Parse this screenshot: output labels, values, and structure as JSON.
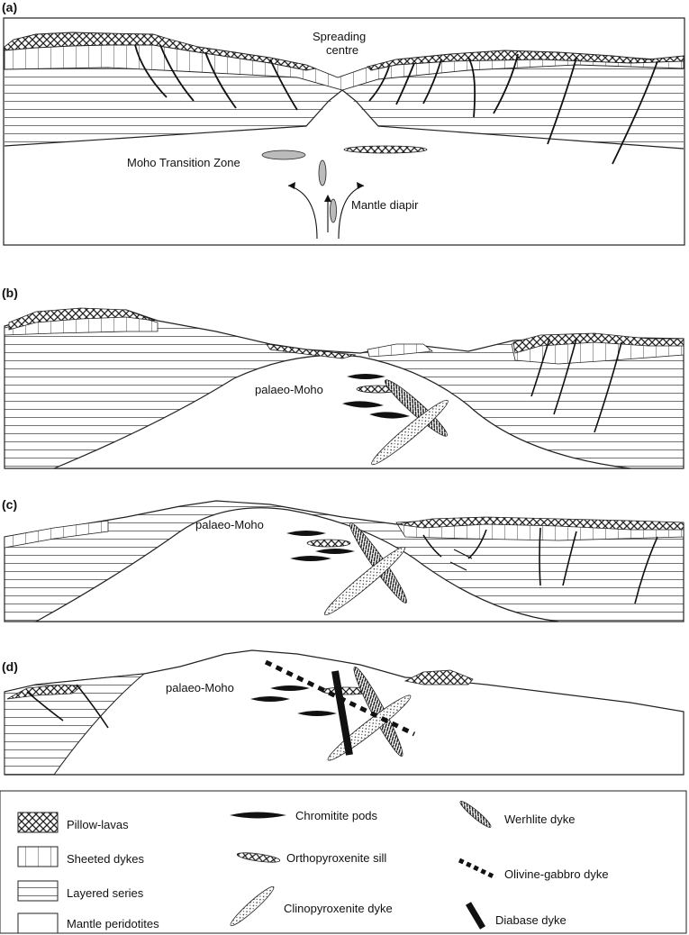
{
  "panels": [
    {
      "label": "(a)",
      "texts": [
        "Spreading",
        "centre",
        "Moho Transition Zone",
        "Mantle diapir"
      ]
    },
    {
      "label": "(b)",
      "texts": [
        "palaeo-Moho"
      ]
    },
    {
      "label": "(c)",
      "texts": [
        "palaeo-Moho"
      ]
    },
    {
      "label": "(d)",
      "texts": [
        "palaeo-Moho"
      ]
    }
  ],
  "legend": {
    "pillow": "Pillow-lavas",
    "sheeted": "Sheeted dykes",
    "layered": "Layered series",
    "mantle": "Mantle peridotites",
    "chromitite": "Chromitite pods",
    "orthopyroxenite": "Orthopyroxenite sill",
    "clinopyroxenite": "Clinopyroxenite dyke",
    "werhlite": "Werhlite dyke",
    "olivine_gabbro": "Olivine-gabbro dyke",
    "diabase": "Diabase dyke"
  }
}
